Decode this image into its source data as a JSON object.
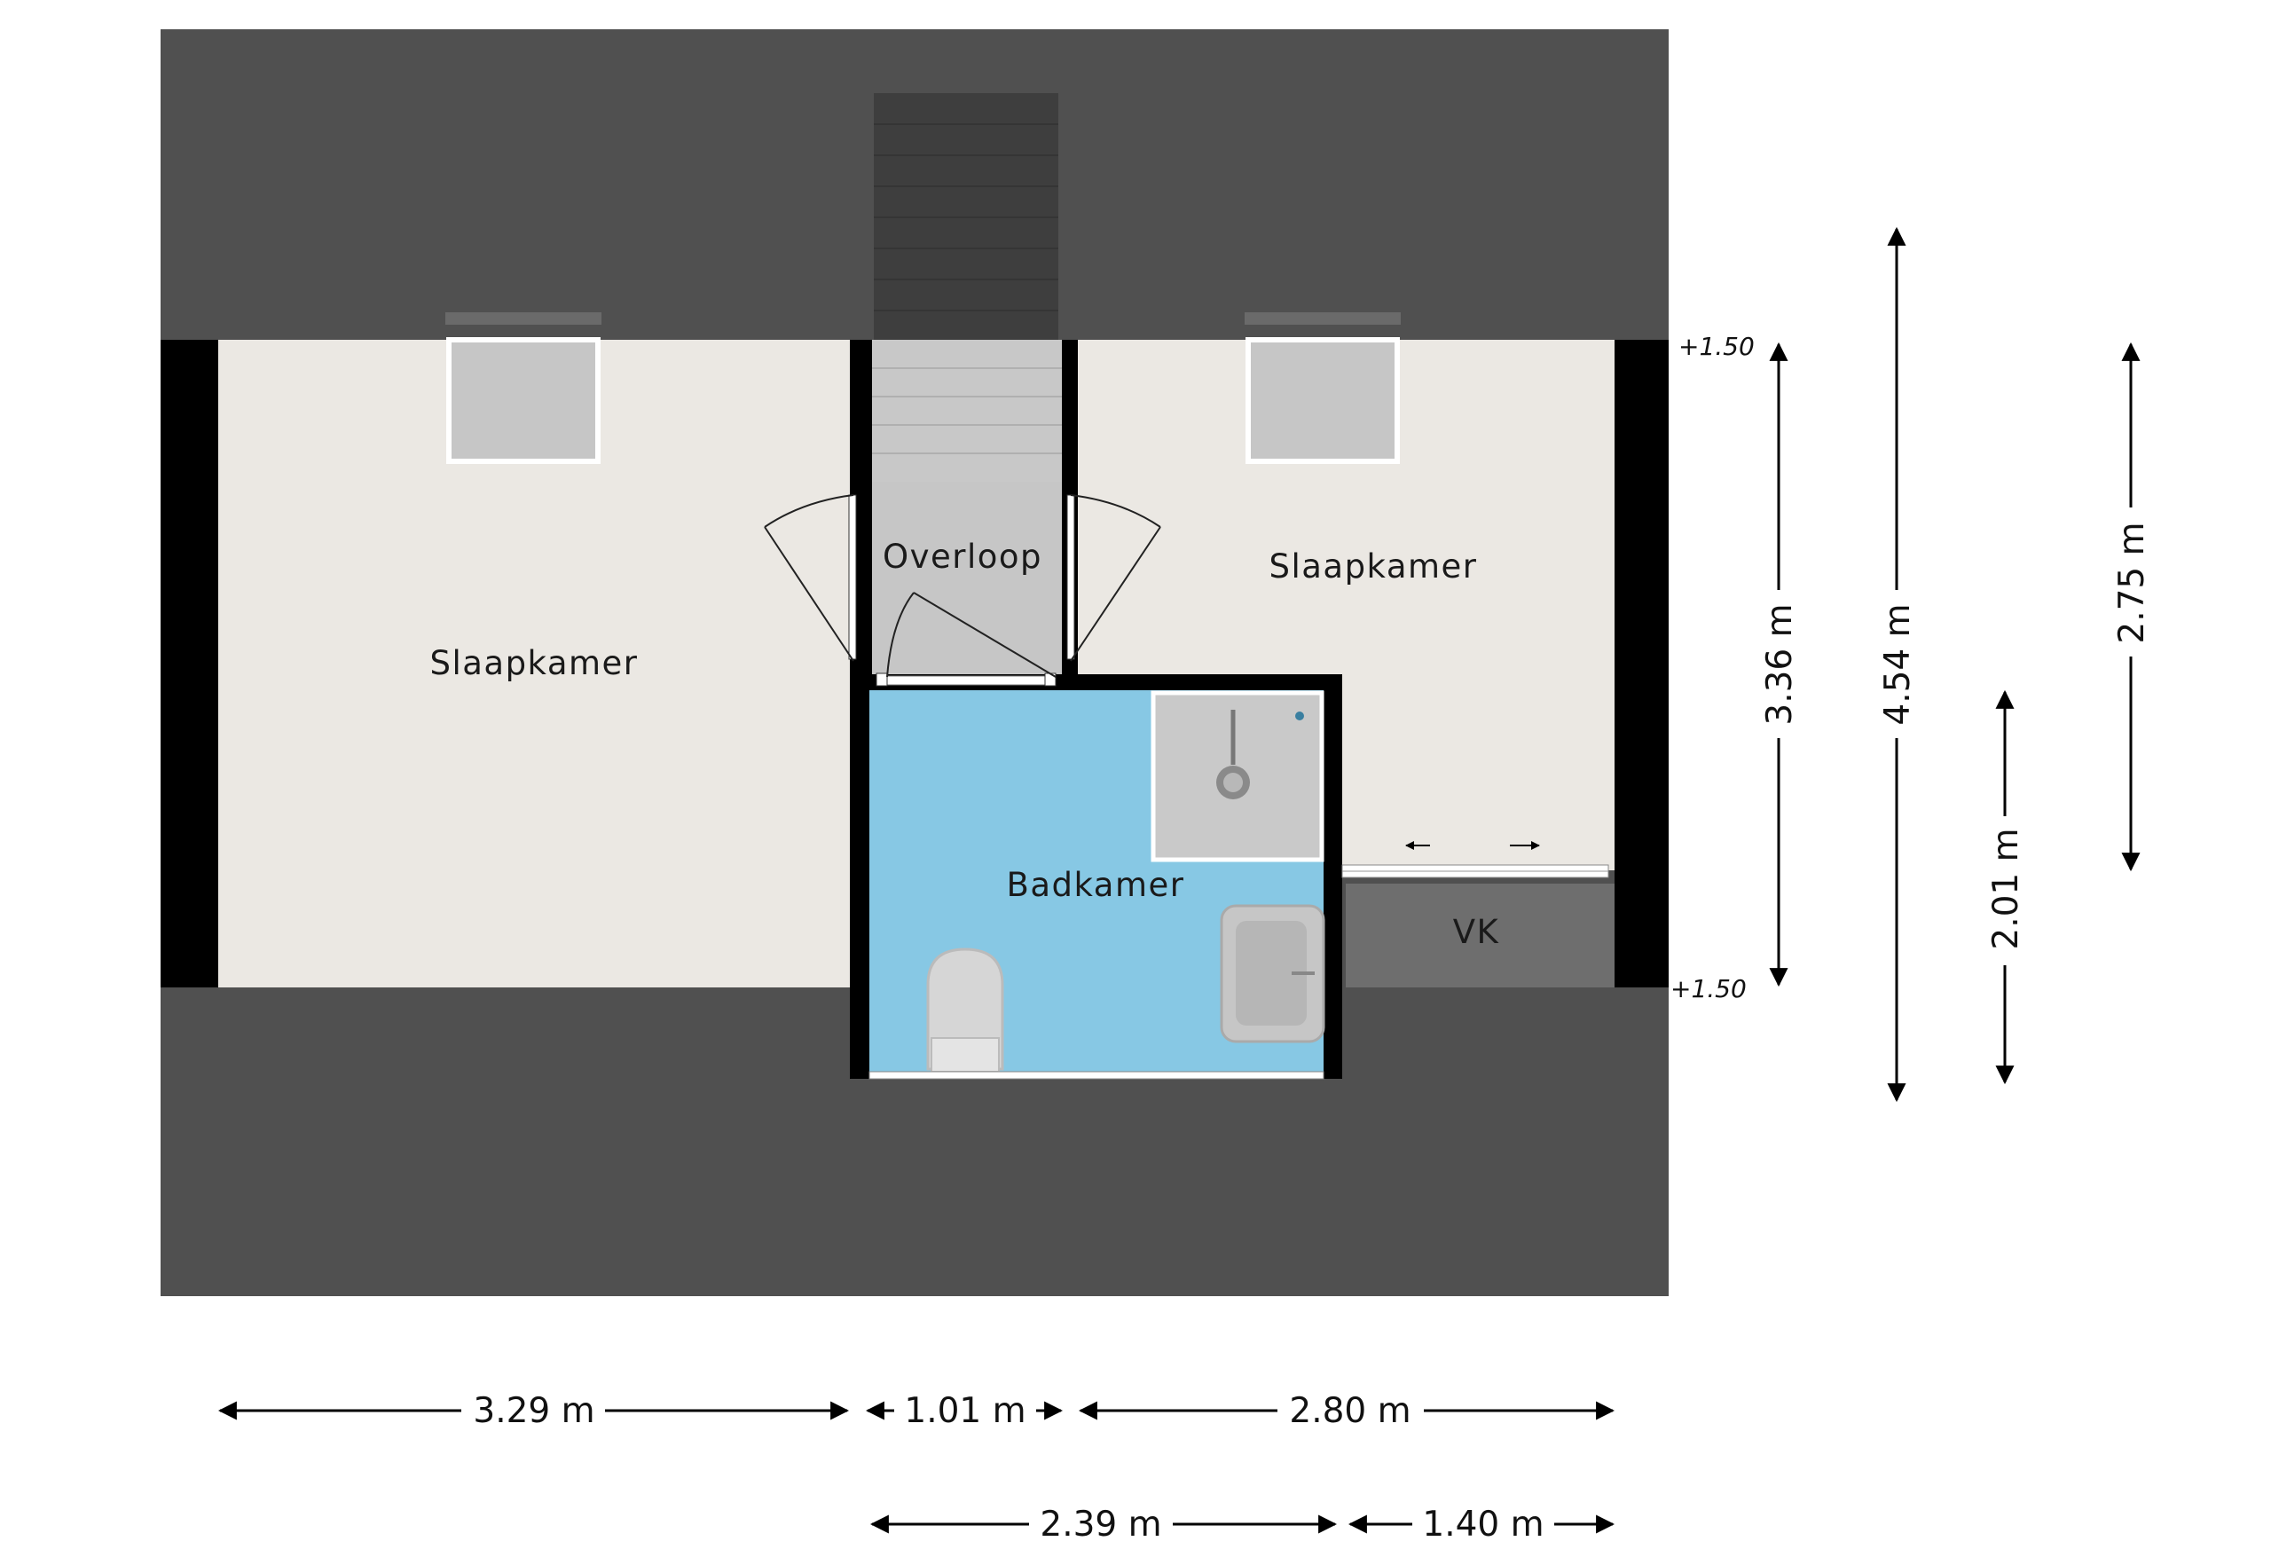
{
  "rooms": {
    "slaapkamer_left": "Slaapkamer",
    "overloop": "Overloop",
    "slaapkamer_right": "Slaapkamer",
    "badkamer": "Badkamer",
    "vk": "VK"
  },
  "levels": {
    "top": "+1.50",
    "bottom": "+1.50"
  },
  "dimensions": {
    "horizontal_row1": [
      "3.29 m",
      "1.01 m",
      "2.80 m"
    ],
    "horizontal_row2": [
      "2.39 m",
      "1.40 m"
    ],
    "vertical": [
      "3.36 m",
      "4.54 m",
      "2.01 m",
      "2.75 m"
    ]
  },
  "colors": {
    "roof": "#505050",
    "floor": "#ebe8e3",
    "bathroom": "#87c8e4",
    "wall": "#000000",
    "stair": "#c8c8c8",
    "vk": "#6e6e6e"
  }
}
